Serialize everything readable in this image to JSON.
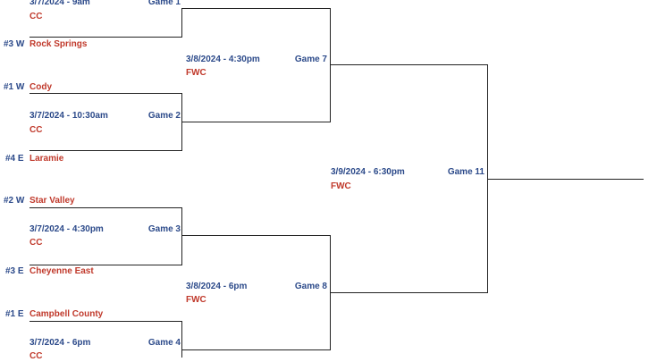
{
  "colors": {
    "seed": "#2c4a8a",
    "team": "#c0392b",
    "line": "#222222"
  },
  "round1": [
    {
      "top_seed": "",
      "top_team": "",
      "date": "3/7/2024 - 9am",
      "venue": "CC",
      "game": "Game 1",
      "bottom_seed": "#3 W",
      "bottom_team": "Rock Springs"
    },
    {
      "top_seed": "#1 W",
      "top_team": "Cody",
      "date": "3/7/2024 - 10:30am",
      "venue": "CC",
      "game": "Game 2",
      "bottom_seed": "#4 E",
      "bottom_team": "Laramie"
    },
    {
      "top_seed": "#2 W",
      "top_team": "Star Valley",
      "date": "3/7/2024 - 4:30pm",
      "venue": "CC",
      "game": "Game 3",
      "bottom_seed": "#3 E",
      "bottom_team": "Cheyenne East"
    },
    {
      "top_seed": "#1 E",
      "top_team": "Campbell County",
      "date": "3/7/2024 - 6pm",
      "venue": "CC",
      "game": "Game 4",
      "bottom_seed": "",
      "bottom_team": ""
    }
  ],
  "round2": [
    {
      "date": "3/8/2024 - 4:30pm",
      "venue": "FWC",
      "game": "Game 7"
    },
    {
      "date": "3/8/2024 - 6pm",
      "venue": "FWC",
      "game": "Game 8"
    }
  ],
  "final": {
    "date": "3/9/2024 - 6:30pm",
    "venue": "FWC",
    "game": "Game 11"
  }
}
